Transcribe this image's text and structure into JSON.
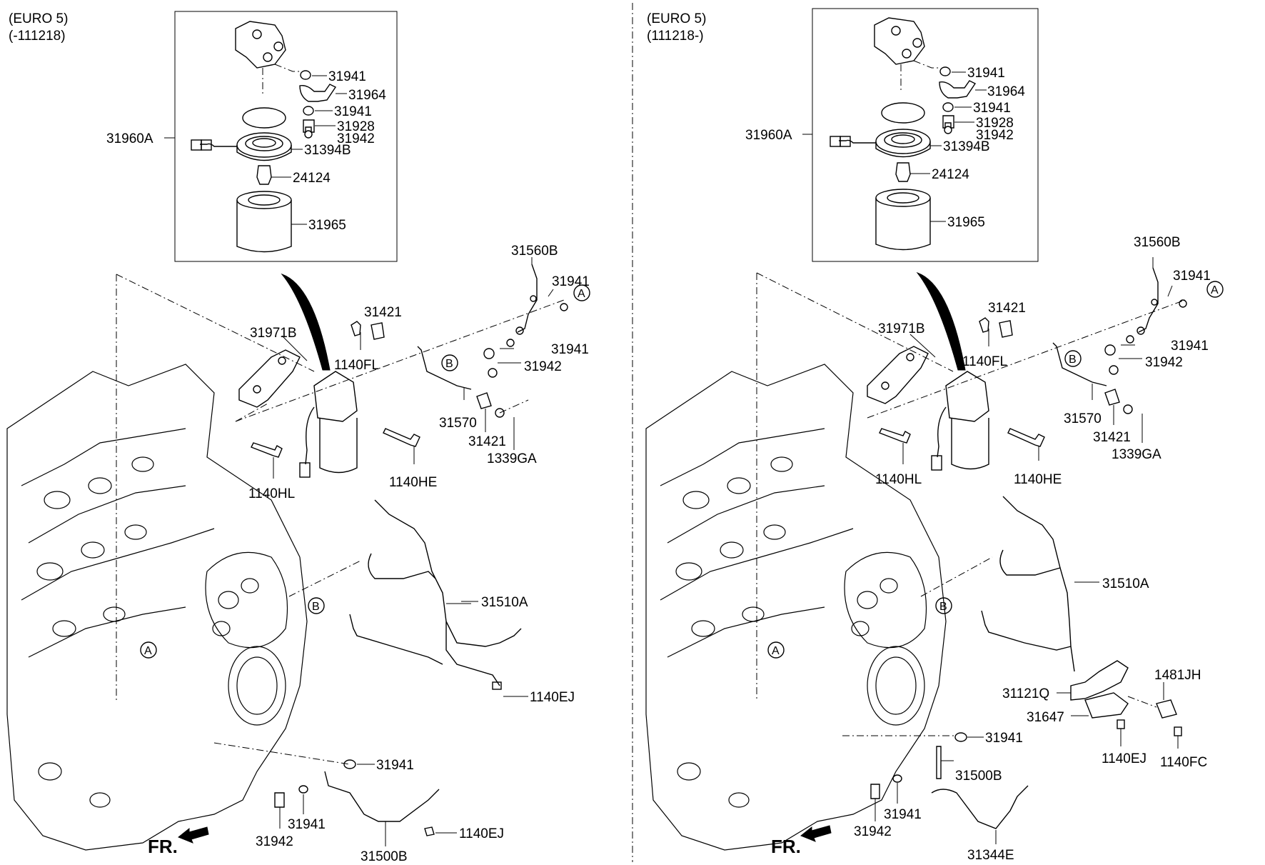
{
  "left_panel": {
    "header_line1": "(EURO 5)",
    "header_line2": "(-111218)",
    "labels": {
      "l31960A": "31960A",
      "l31941a": "31941",
      "l31964": "31964",
      "l31941b": "31941",
      "l31928": "31928",
      "l31942a": "31942",
      "l31394B": "31394B",
      "l24124": "24124",
      "l31965": "31965",
      "l31560B": "31560B",
      "l31941c": "31941",
      "l31421a": "31421",
      "l31971B": "31971B",
      "l1140FL": "1140FL",
      "l31941d": "31941",
      "l31942b": "31942",
      "l31570": "31570",
      "l31421b": "31421",
      "l1339GA": "1339GA",
      "l1140HL": "1140HL",
      "l1140HE": "1140HE",
      "l31510A": "31510A",
      "l1140EJa": "1140EJ",
      "l31941e": "31941",
      "l31941f": "31941",
      "l31942c": "31942",
      "l1140EJb": "1140EJ",
      "l31500B": "31500B",
      "circA1": "A",
      "circB1": "B",
      "circB2": "B",
      "circA2": "A",
      "fr": "FR."
    }
  },
  "right_panel": {
    "header_line1": "(EURO 5)",
    "header_line2": "(111218-)",
    "labels": {
      "r31960A": "31960A",
      "r31941a": "31941",
      "r31964": "31964",
      "r31941b": "31941",
      "r31928": "31928",
      "r31942a": "31942",
      "r31394B": "31394B",
      "r24124": "24124",
      "r31965": "31965",
      "r31560B": "31560B",
      "r31941c": "31941",
      "r31421a": "31421",
      "r31971B": "31971B",
      "r1140FL": "1140FL",
      "r31941d": "31941",
      "r31942b": "31942",
      "r31570": "31570",
      "r31421b": "31421",
      "r1339GA": "1339GA",
      "r1140HL": "1140HL",
      "r1140HE": "1140HE",
      "r31510A": "31510A",
      "r31121Q": "31121Q",
      "r1481JH": "1481JH",
      "r31647": "31647",
      "r1140EJ": "1140EJ",
      "r1140FC": "1140FC",
      "r31941e": "31941",
      "r31500B": "31500B",
      "r31941f": "31941",
      "r31942c": "31942",
      "r31344E": "31344E",
      "circA1": "A",
      "circB1": "B",
      "circB2": "B",
      "circA2": "A",
      "fr": "FR."
    }
  }
}
